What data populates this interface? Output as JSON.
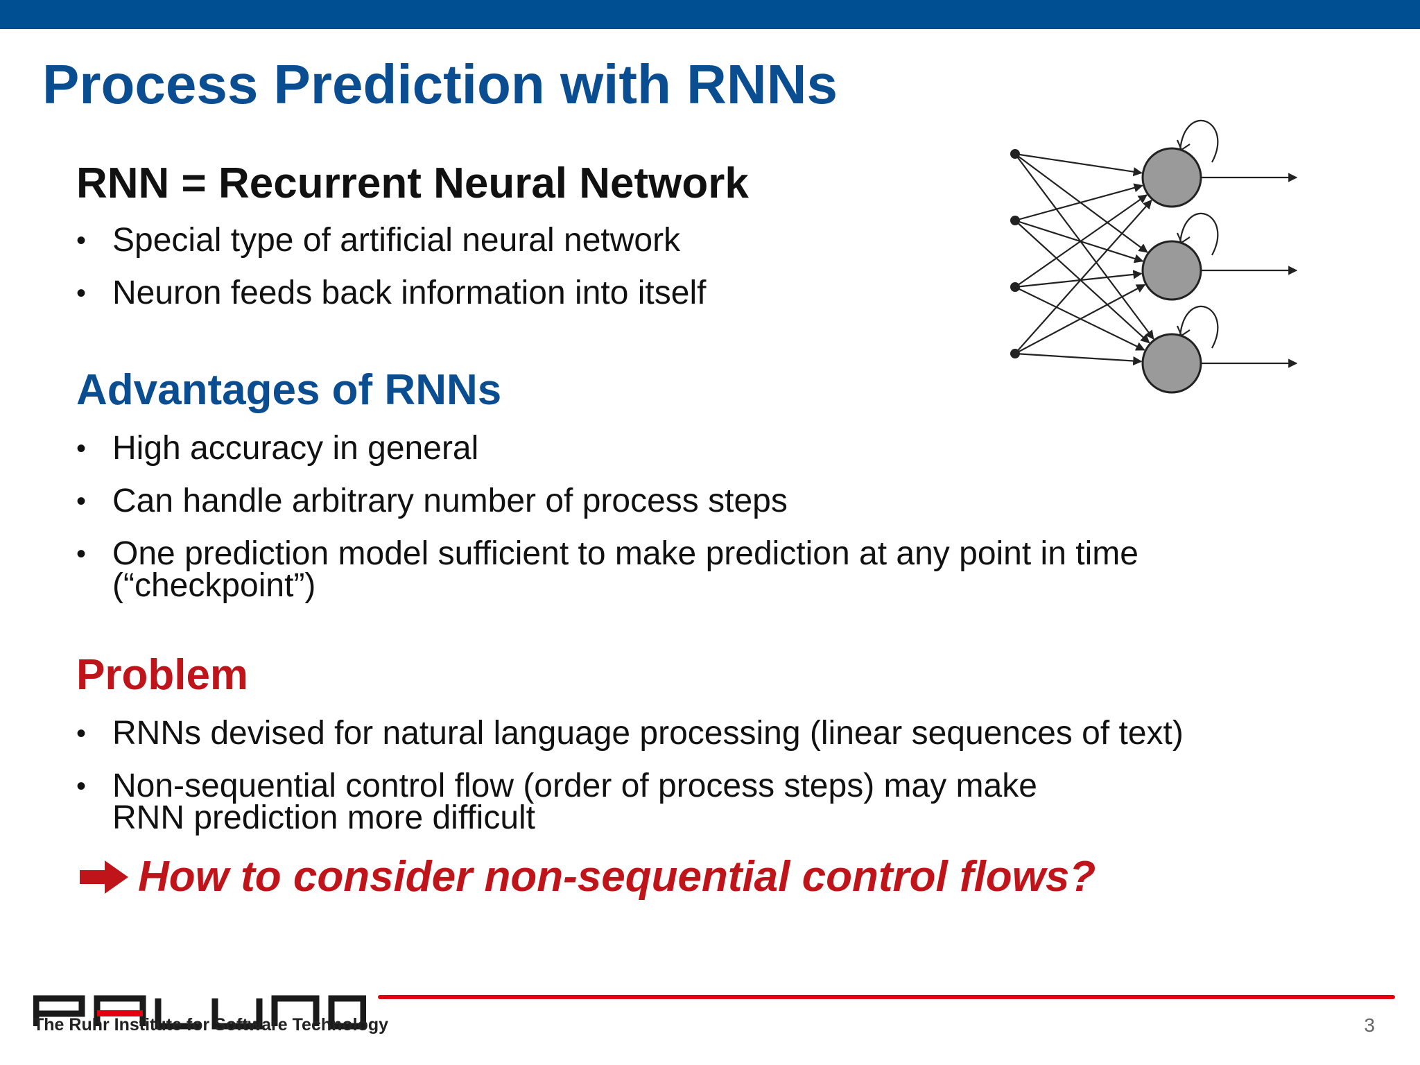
{
  "slide": {
    "title": "Process Prediction with RNNs",
    "page_number": "3"
  },
  "colors": {
    "top_bar": "#004f93",
    "title_blue": "#0a4d91",
    "problem_red": "#c0141b",
    "footer_rule": "#e3000f"
  },
  "sections": {
    "rnn": {
      "heading": "RNN = Recurrent Neural Network",
      "bullets": [
        "Special type of artificial neural network",
        "Neuron feeds back information into itself"
      ]
    },
    "advantages": {
      "heading": "Advantages of RNNs",
      "bullets": [
        "High accuracy in general",
        "Can handle arbitrary number of process steps",
        "One prediction model sufficient to make prediction at any point in time",
        "(“checkpoint”)"
      ]
    },
    "problem": {
      "heading": "Problem",
      "bullets": [
        "RNNs devised for natural language processing (linear sequences of text)",
        "Non-sequential control flow (order of process steps) may make",
        "RNN prediction more difficult"
      ],
      "callout": "How to consider non-sequential control flows?",
      "callout_icon": "arrow-right-icon"
    }
  },
  "figure": {
    "inputs": 4,
    "neurons": 3,
    "icon": "recurrent-network-diagram"
  },
  "footer": {
    "logo_text": "PALUNO",
    "tagline": "The Ruhr Institute for Software Technology"
  }
}
